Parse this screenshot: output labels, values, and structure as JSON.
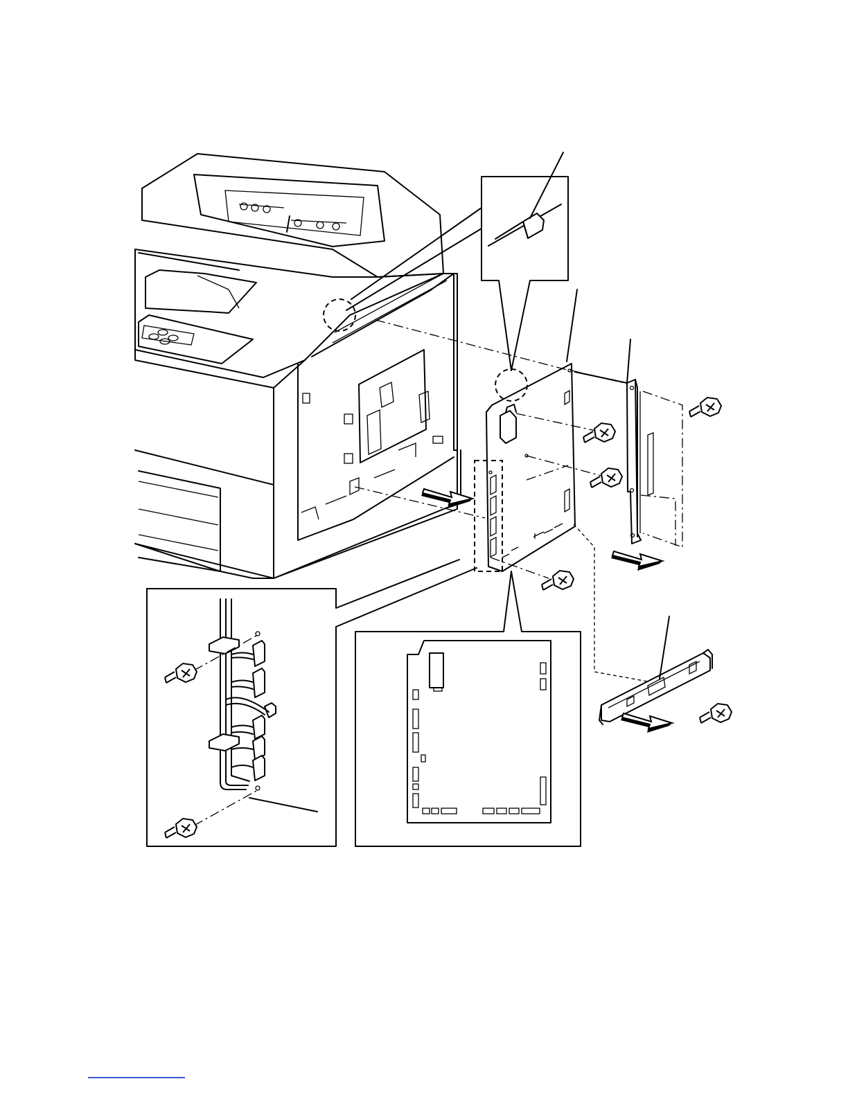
{
  "figure": {
    "parts": [
      "printer-chassis",
      "control-board",
      "board-bracket",
      "lower-bracket",
      "screw",
      "wire-harness",
      "cable-clip"
    ],
    "callout_views": [
      "clip-detail",
      "connector-detail",
      "board-outline-detail"
    ]
  },
  "colors": {
    "line": "#000000",
    "background": "#ffffff",
    "footer_rule": "#3b5bdb"
  }
}
